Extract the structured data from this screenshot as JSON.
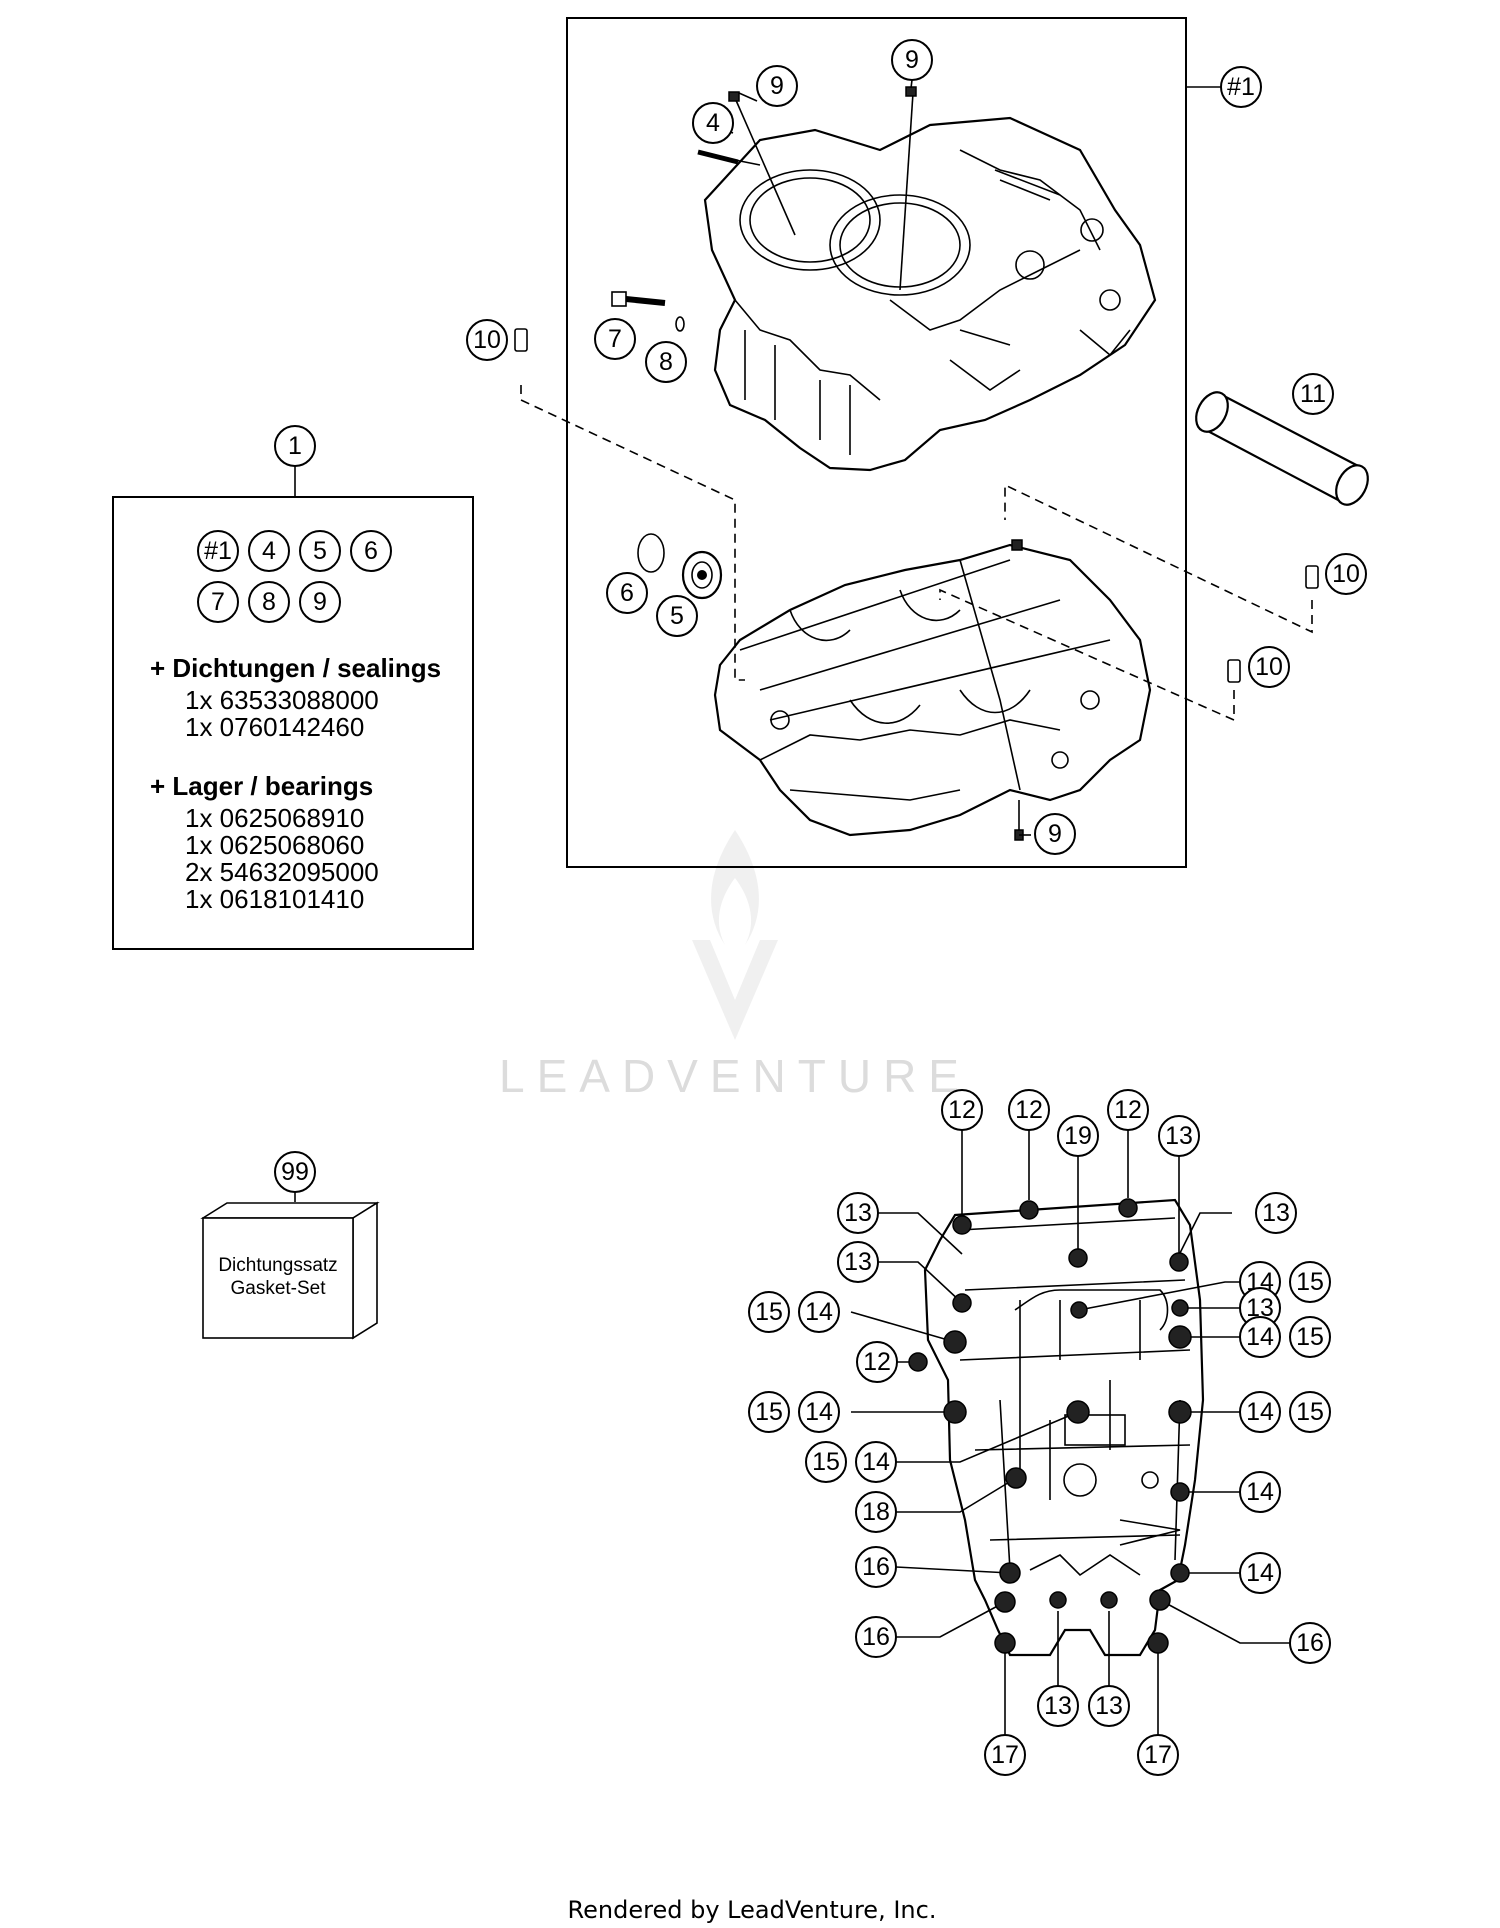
{
  "kit_box": {
    "callout": "1",
    "row1": [
      "#1",
      "4",
      "5",
      "6"
    ],
    "row2": [
      "7",
      "8",
      "9"
    ],
    "sealings_heading": "+ Dichtungen / sealings",
    "sealings": [
      "1x 63533088000",
      "1x 0760142460"
    ],
    "bearings_heading": "+ Lager / bearings",
    "bearings": [
      "1x 0625068910",
      "1x 0625068060",
      "2x 54632095000",
      "1x 0618101410"
    ]
  },
  "assembly_box": {
    "callout": "#1"
  },
  "gasket_set": {
    "callout": "99",
    "label_line1": "Dichtungssatz",
    "label_line2": "Gasket-Set"
  },
  "upper_callouts": [
    "9",
    "9",
    "4",
    "10",
    "7",
    "8",
    "11",
    "6",
    "5",
    "10",
    "10",
    "9"
  ],
  "lower_callouts": [
    "12",
    "12",
    "19",
    "12",
    "13",
    "13",
    "13",
    "13",
    "15",
    "14",
    "14",
    "15",
    "13",
    "12",
    "15",
    "14",
    "14",
    "15",
    "15",
    "14",
    "14",
    "15",
    "18",
    "14",
    "16",
    "14",
    "16",
    "16",
    "13",
    "13",
    "17",
    "17"
  ],
  "watermark": {
    "brand": "LEADVENTURE"
  },
  "footer": {
    "text": "Rendered by LeadVenture, Inc."
  }
}
